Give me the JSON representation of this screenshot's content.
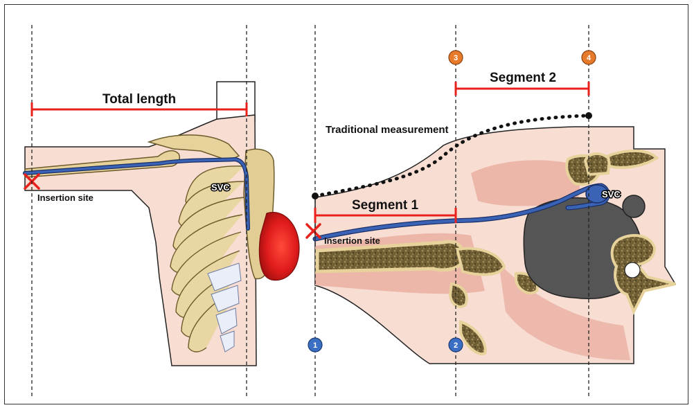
{
  "labels": {
    "total_length": "Total length",
    "segment_1": "Segment 1",
    "segment_2": "Segment 2",
    "traditional": "Traditional measurement",
    "insertion_left": "Insertion site",
    "insertion_right": "Insertion site",
    "svc_left": "SVC",
    "svc_right": "SVC"
  },
  "markers": {
    "m1": "1",
    "m2": "2",
    "m3": "3",
    "m4": "4"
  },
  "colors": {
    "measure_red": "#e8211c",
    "vein_blue": "#3a63b5",
    "marker_blue": "#3a6fc4",
    "marker_orange": "#e87a2c",
    "bone": "#e6d29a",
    "bone_dark": "#7a6a3a",
    "skin": "#f7dcd0",
    "muscle": "#eab3a4",
    "cartilage": "#e8eef7",
    "heart_red": "#d82a2a",
    "organ_dark": "#555555"
  }
}
